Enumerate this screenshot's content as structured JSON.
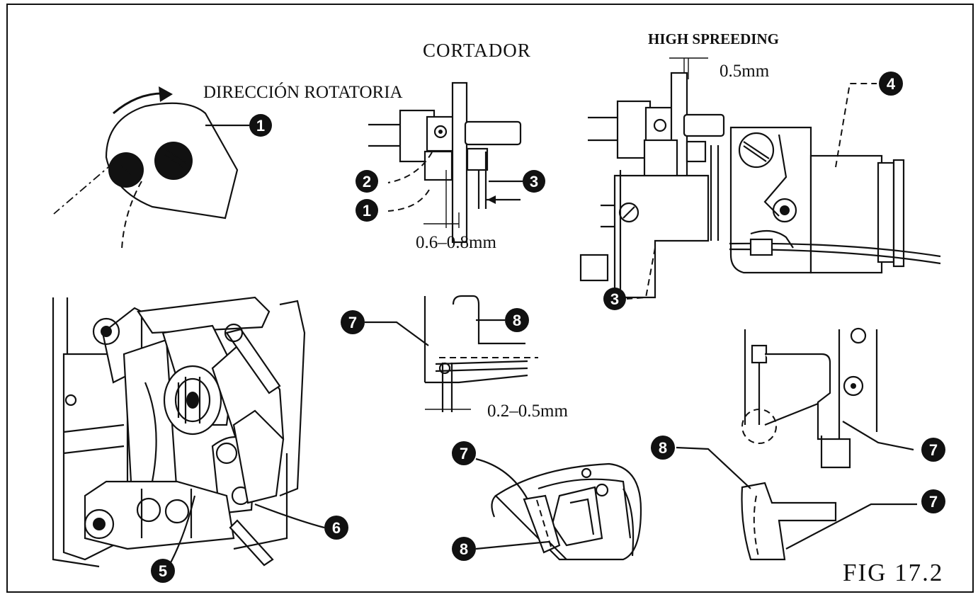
{
  "labels": {
    "rotation": "DIRECCIÓN ROTATORIA",
    "cutter": "CORTADOR",
    "high_spreading": "HIGH SPREEDING",
    "gap_05": "0.5mm",
    "gap_06_08": "0.6–0.8mm",
    "gap_02_05": "0.2–0.5mm",
    "figure": "FIG 17.2"
  },
  "callouts": {
    "c1": "1",
    "c2": "2",
    "c3": "3",
    "c4": "4",
    "c5": "5",
    "c6": "6",
    "c7": "7",
    "c8": "8"
  },
  "colors": {
    "ink": "#111111",
    "paper": "#ffffff"
  }
}
